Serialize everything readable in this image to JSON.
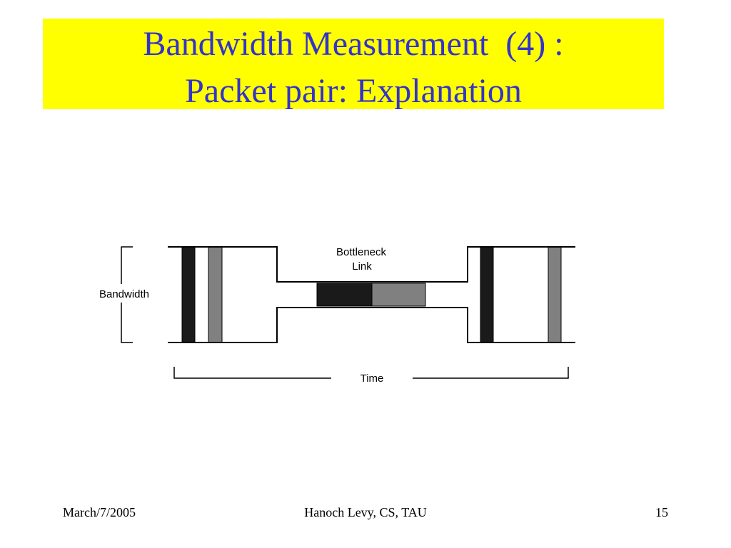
{
  "slide": {
    "title_line1": "Bandwidth Measurement  (4) :",
    "title_line2": "Packet pair: Explanation",
    "title_bg": "#ffff00",
    "title_color": "#3333cc"
  },
  "diagram": {
    "bandwidth_label": "Bandwidth",
    "bottleneck_label_line1": "Bottleneck",
    "bottleneck_label_line2": "Link",
    "time_label": "Time",
    "packet_colors": {
      "first": "#1a1a1a",
      "second": "#808080"
    }
  },
  "footer": {
    "date": "March/7/2005",
    "author": "Hanoch Levy, CS, TAU",
    "page": "15"
  }
}
